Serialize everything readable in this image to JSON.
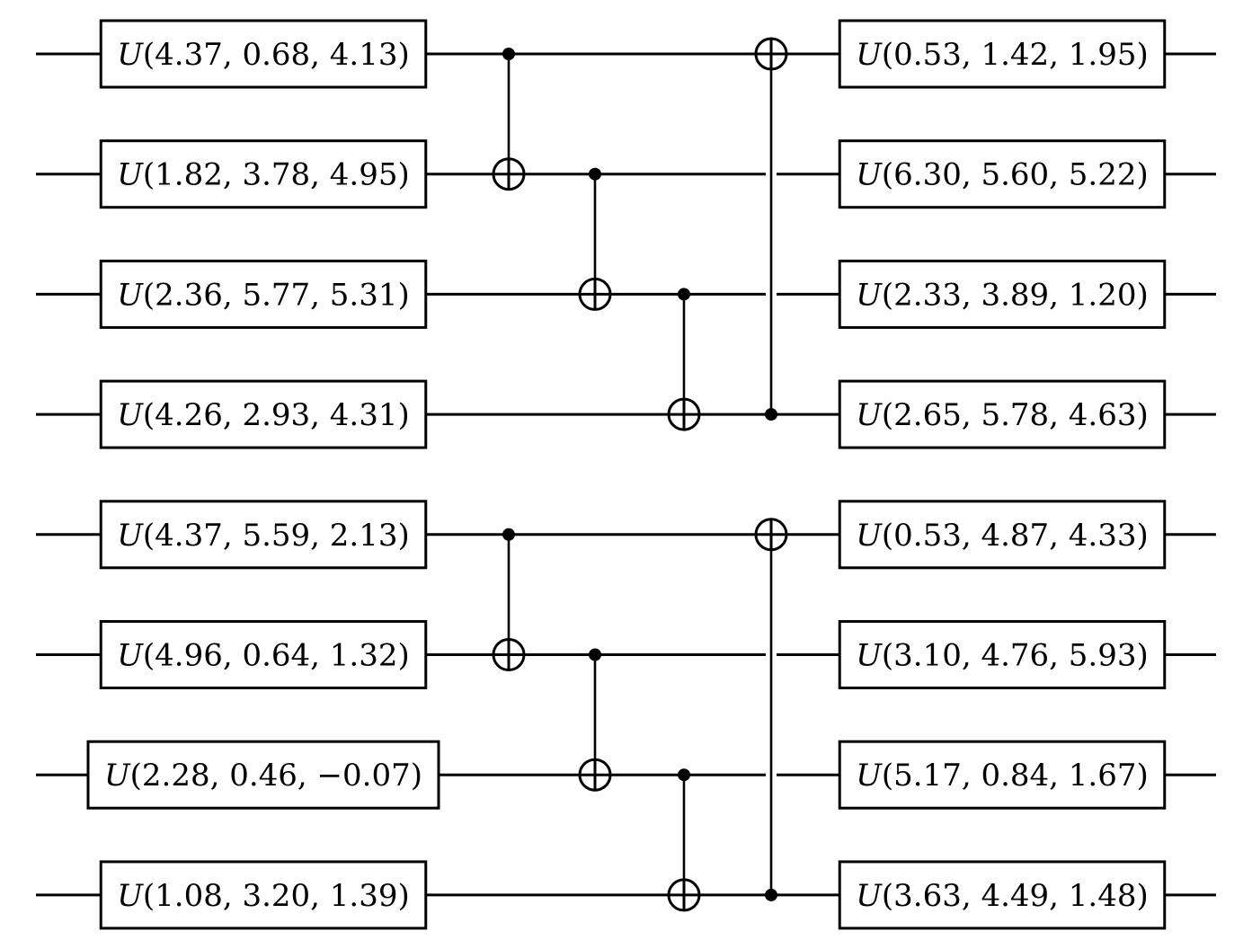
{
  "circuit": {
    "num_qubits": 8,
    "gate_symbol": "U",
    "first_layer": [
      {
        "qubit": 0,
        "params": [
          "4.37",
          "0.68",
          "4.13"
        ],
        "text": "(4.37, 0.68, 4.13)"
      },
      {
        "qubit": 1,
        "params": [
          "1.82",
          "3.78",
          "4.95"
        ],
        "text": "(1.82, 3.78, 4.95)"
      },
      {
        "qubit": 2,
        "params": [
          "2.36",
          "5.77",
          "5.31"
        ],
        "text": "(2.36, 5.77, 5.31)"
      },
      {
        "qubit": 3,
        "params": [
          "4.26",
          "2.93",
          "4.31"
        ],
        "text": "(4.26, 2.93, 4.31)"
      },
      {
        "qubit": 4,
        "params": [
          "4.37",
          "5.59",
          "2.13"
        ],
        "text": "(4.37, 5.59, 2.13)"
      },
      {
        "qubit": 5,
        "params": [
          "4.96",
          "0.64",
          "1.32"
        ],
        "text": "(4.96, 0.64, 1.32)"
      },
      {
        "qubit": 6,
        "params": [
          "2.28",
          "0.46",
          "−0.07"
        ],
        "text": "(2.28, 0.46, −0.07)"
      },
      {
        "qubit": 7,
        "params": [
          "1.08",
          "3.20",
          "1.39"
        ],
        "text": "(1.08, 3.20, 1.39)"
      }
    ],
    "cnots": [
      {
        "step": 0,
        "control": 0,
        "target": 1
      },
      {
        "step": 1,
        "control": 1,
        "target": 2
      },
      {
        "step": 2,
        "control": 2,
        "target": 3
      },
      {
        "step": 3,
        "control": 3,
        "target": 0
      },
      {
        "step": 0,
        "control": 4,
        "target": 5
      },
      {
        "step": 1,
        "control": 5,
        "target": 6
      },
      {
        "step": 2,
        "control": 6,
        "target": 7
      },
      {
        "step": 3,
        "control": 7,
        "target": 4
      }
    ],
    "last_layer": [
      {
        "qubit": 0,
        "params": [
          "0.53",
          "1.42",
          "1.95"
        ],
        "text": "(0.53, 1.42, 1.95)"
      },
      {
        "qubit": 1,
        "params": [
          "6.30",
          "5.60",
          "5.22"
        ],
        "text": "(6.30, 5.60, 5.22)"
      },
      {
        "qubit": 2,
        "params": [
          "2.33",
          "3.89",
          "1.20"
        ],
        "text": "(2.33, 3.89, 1.20)"
      },
      {
        "qubit": 3,
        "params": [
          "2.65",
          "5.78",
          "4.63"
        ],
        "text": "(2.65, 5.78, 4.63)"
      },
      {
        "qubit": 4,
        "params": [
          "0.53",
          "4.87",
          "4.33"
        ],
        "text": "(0.53, 4.87, 4.33)"
      },
      {
        "qubit": 5,
        "params": [
          "3.10",
          "4.76",
          "5.93"
        ],
        "text": "(3.10, 4.76, 5.93)"
      },
      {
        "qubit": 6,
        "params": [
          "5.17",
          "0.84",
          "1.67"
        ],
        "text": "(5.17, 0.84, 1.67)"
      },
      {
        "qubit": 7,
        "params": [
          "3.63",
          "4.49",
          "1.48"
        ],
        "text": "(3.63, 4.49, 1.48)"
      }
    ]
  }
}
